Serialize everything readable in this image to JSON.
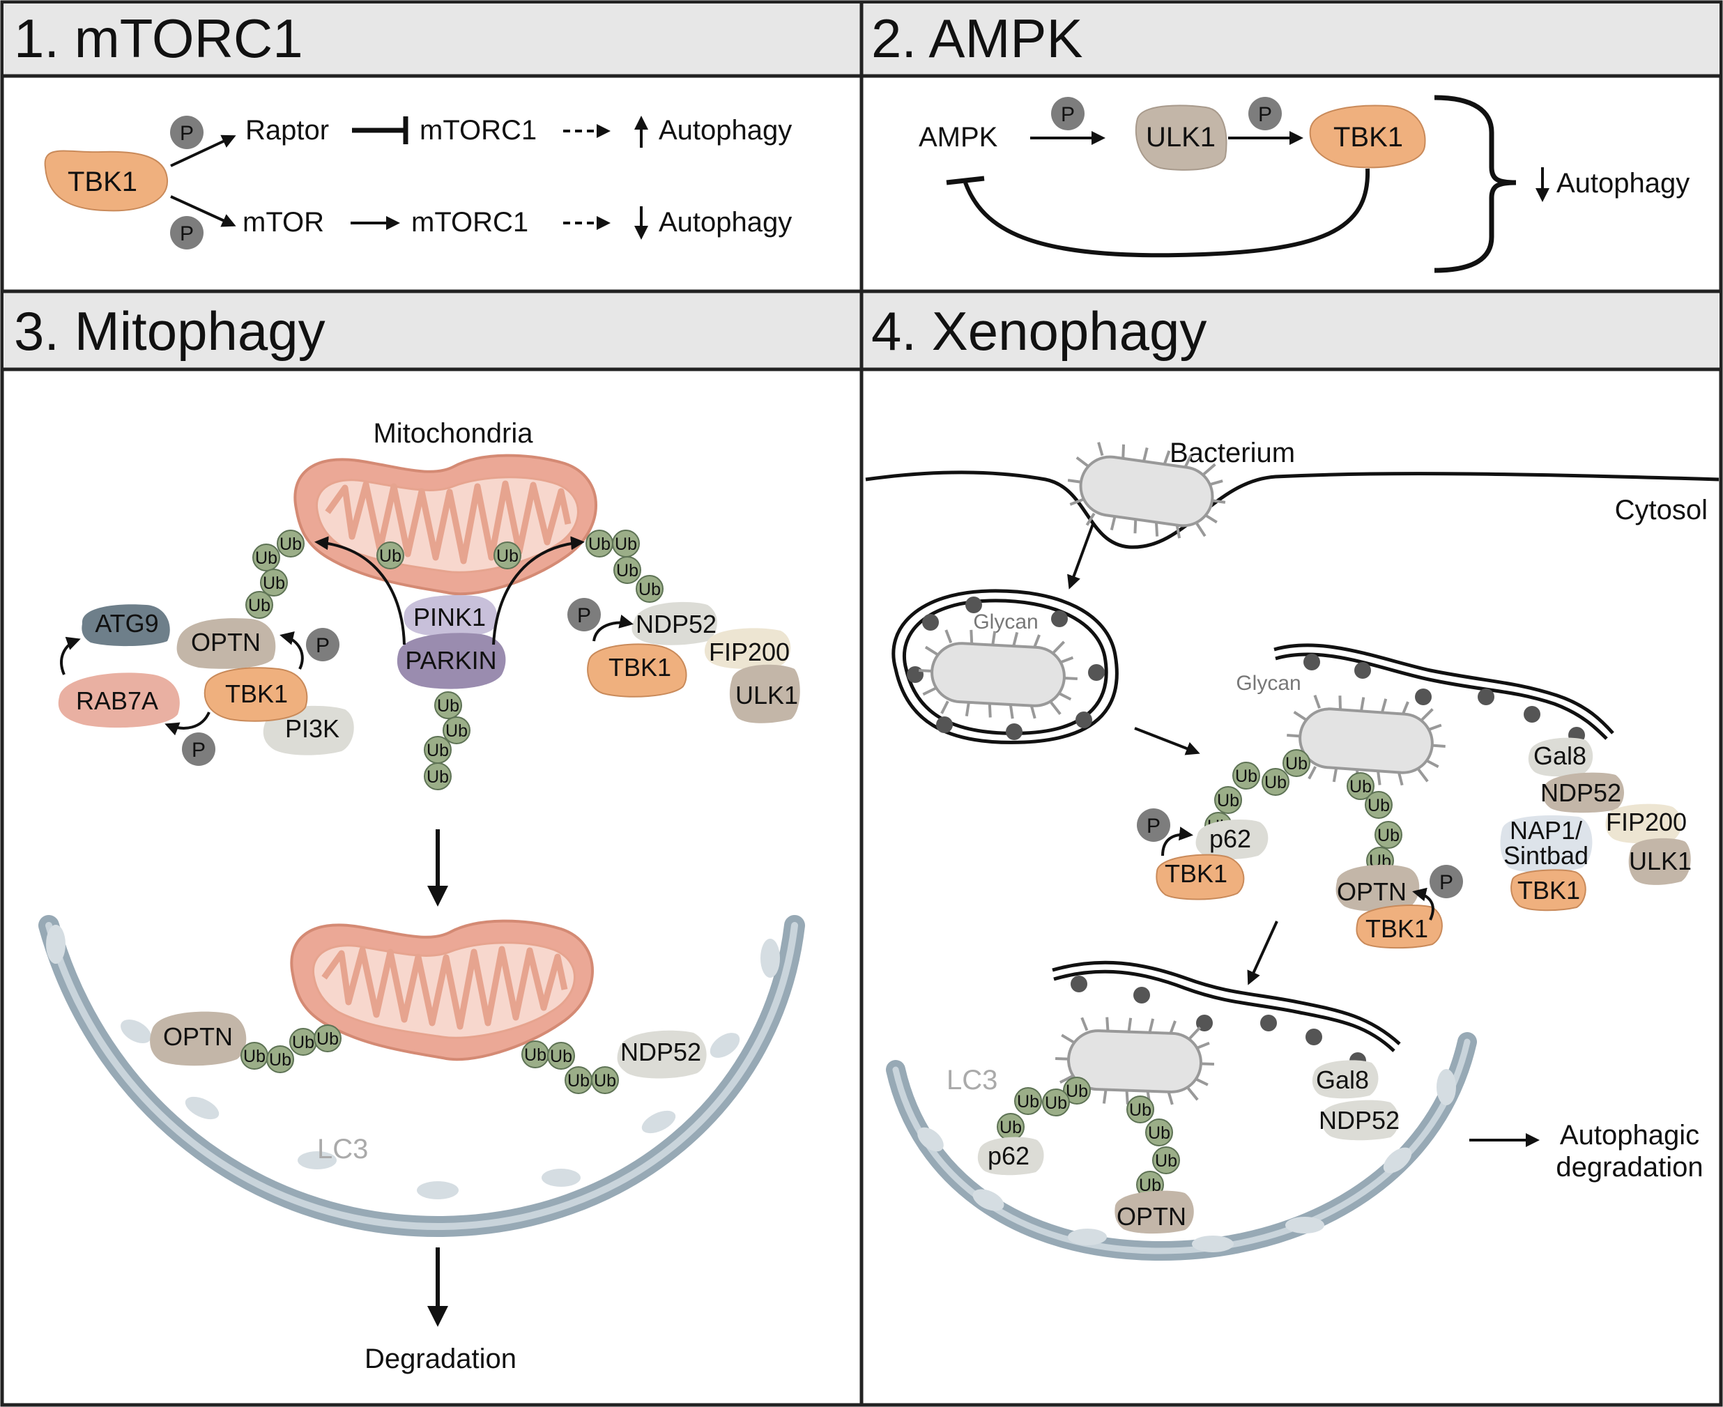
{
  "panels": {
    "p1": {
      "title": "1. mTORC1",
      "tbk1": "TBK1",
      "p": "P",
      "raptor": "Raptor",
      "mtorc1_top": "mTORC1",
      "autophagy_up": "Autophagy",
      "mtor": "mTOR",
      "mtorc1_bottom": "mTORC1",
      "autophagy_down": "Autophagy"
    },
    "p2": {
      "title": "2. AMPK",
      "ampk": "AMPK",
      "ulk1": "ULK1",
      "tbk1": "TBK1",
      "p": "P",
      "autophagy_down": "Autophagy"
    },
    "p3": {
      "title": "3. Mitophagy",
      "mitochondria": "Mitochondria",
      "ub": "Ub",
      "p": "P",
      "pink1": "PINK1",
      "parkin": "PARKIN",
      "atg9": "ATG9",
      "optn": "OPTN",
      "rab7a": "RAB7A",
      "tbk1": "TBK1",
      "pi3k": "PI3K",
      "ndp52": "NDP52",
      "fip200": "FIP200",
      "ulk1": "ULK1",
      "lc3": "LC3",
      "degradation": "Degradation"
    },
    "p4": {
      "title": "4. Xenophagy",
      "bacterium": "Bacterium",
      "cytosol": "Cytosol",
      "glycan": "Glycan",
      "ub": "Ub",
      "p": "P",
      "p62": "p62",
      "tbk1": "TBK1",
      "optn": "OPTN",
      "gal8": "Gal8",
      "ndp52": "NDP52",
      "nap1": "NAP1/",
      "sintbad": "Sintbad",
      "fip200": "FIP200",
      "ulk1": "ULK1",
      "lc3": "LC3",
      "autophagic": "Autophagic",
      "degradation": "degradation"
    }
  },
  "colors": {
    "tbk1": "#EFB07E",
    "protein_taupe": "#C3B6A8",
    "protein_light": "#DCDCD6",
    "ub": "#9BAE88",
    "p_circle": "#7D7D7D",
    "mito_outer": "#EBA896",
    "mito_inner": "#F7D7CD",
    "membrane": "#97A9B5",
    "pink1": "#C8C0DA",
    "parkin": "#9A8CAF",
    "atg9": "#6E7F8A",
    "rab7a": "#E9B0A2",
    "header_bg": "#E7E7E7"
  }
}
